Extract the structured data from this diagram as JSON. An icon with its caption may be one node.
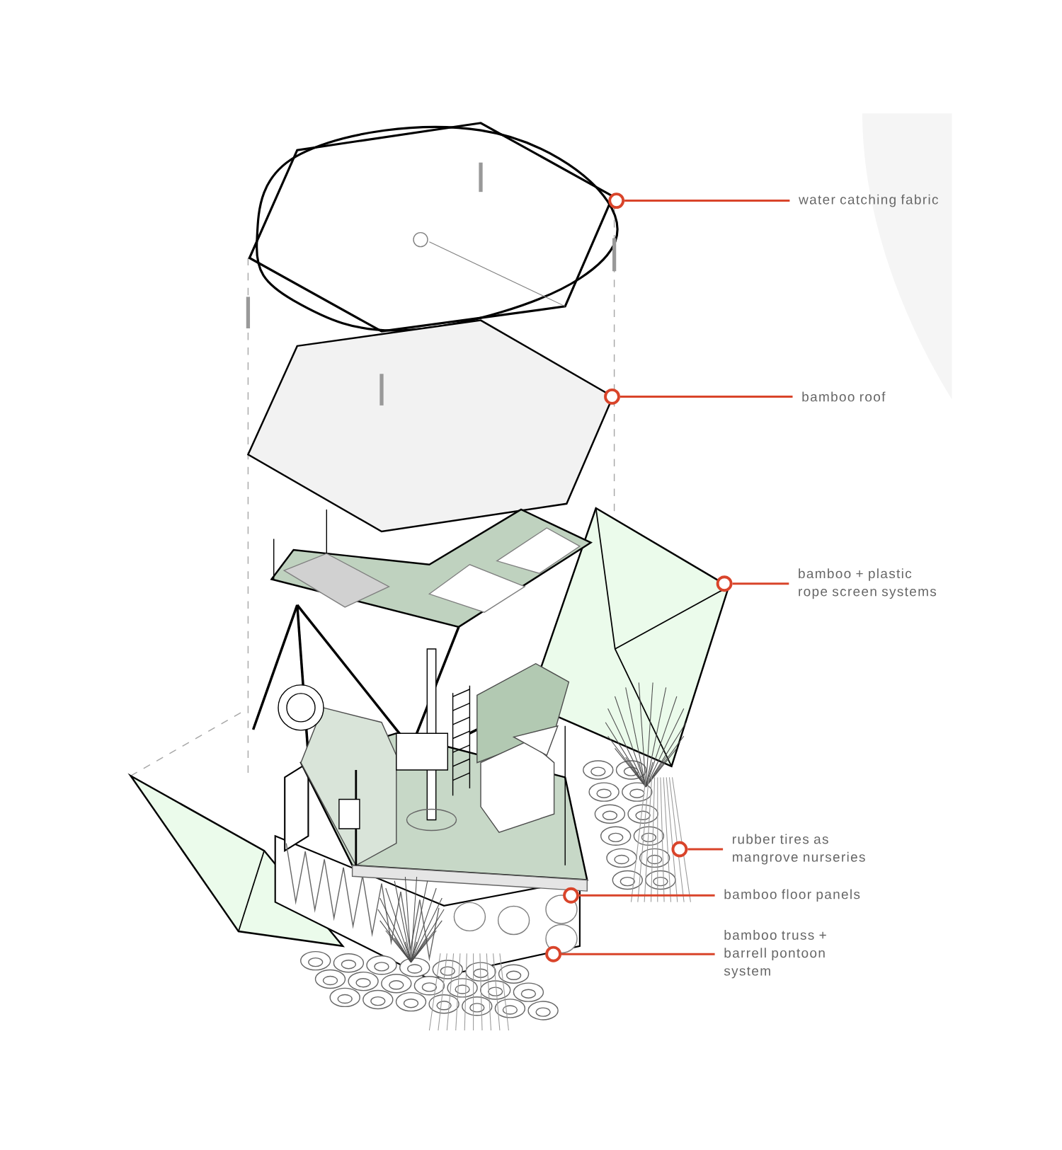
{
  "diagram": {
    "nodes": [
      {
        "text": [
          "water catching fabric"
        ]
      },
      {
        "text": [
          "bamboo roof"
        ]
      },
      {
        "text": [
          "bamboo + plastic rope screen systems"
        ]
      },
      {
        "text": [
          "rubber tires as mangrove nurseries"
        ]
      },
      {
        "text": [
          "bamboo floor panels"
        ]
      },
      {
        "text": [
          "bamboo truss + barrell pontoon system"
        ]
      },
      {
        "text": [],
        "shape": "circle"
      },
      {
        "text": [],
        "shape": "circle"
      },
      {
        "text": [],
        "shape": "circle"
      },
      {
        "text": [],
        "shape": "circle"
      },
      {
        "text": [],
        "shape": "circle"
      },
      {
        "text": [],
        "shape": "circle"
      }
    ],
    "edges": [
      {
        "from": 0,
        "to": 6,
        "arrow": "none"
      },
      {
        "from": 1,
        "to": 7,
        "arrow": "none"
      },
      {
        "from": 2,
        "to": 8,
        "arrow": "none"
      },
      {
        "from": 3,
        "to": 9,
        "arrow": "none"
      },
      {
        "from": 4,
        "to": 10,
        "arrow": "none"
      },
      {
        "from": 5,
        "to": 11,
        "arrow": "none"
      }
    ]
  }
}
